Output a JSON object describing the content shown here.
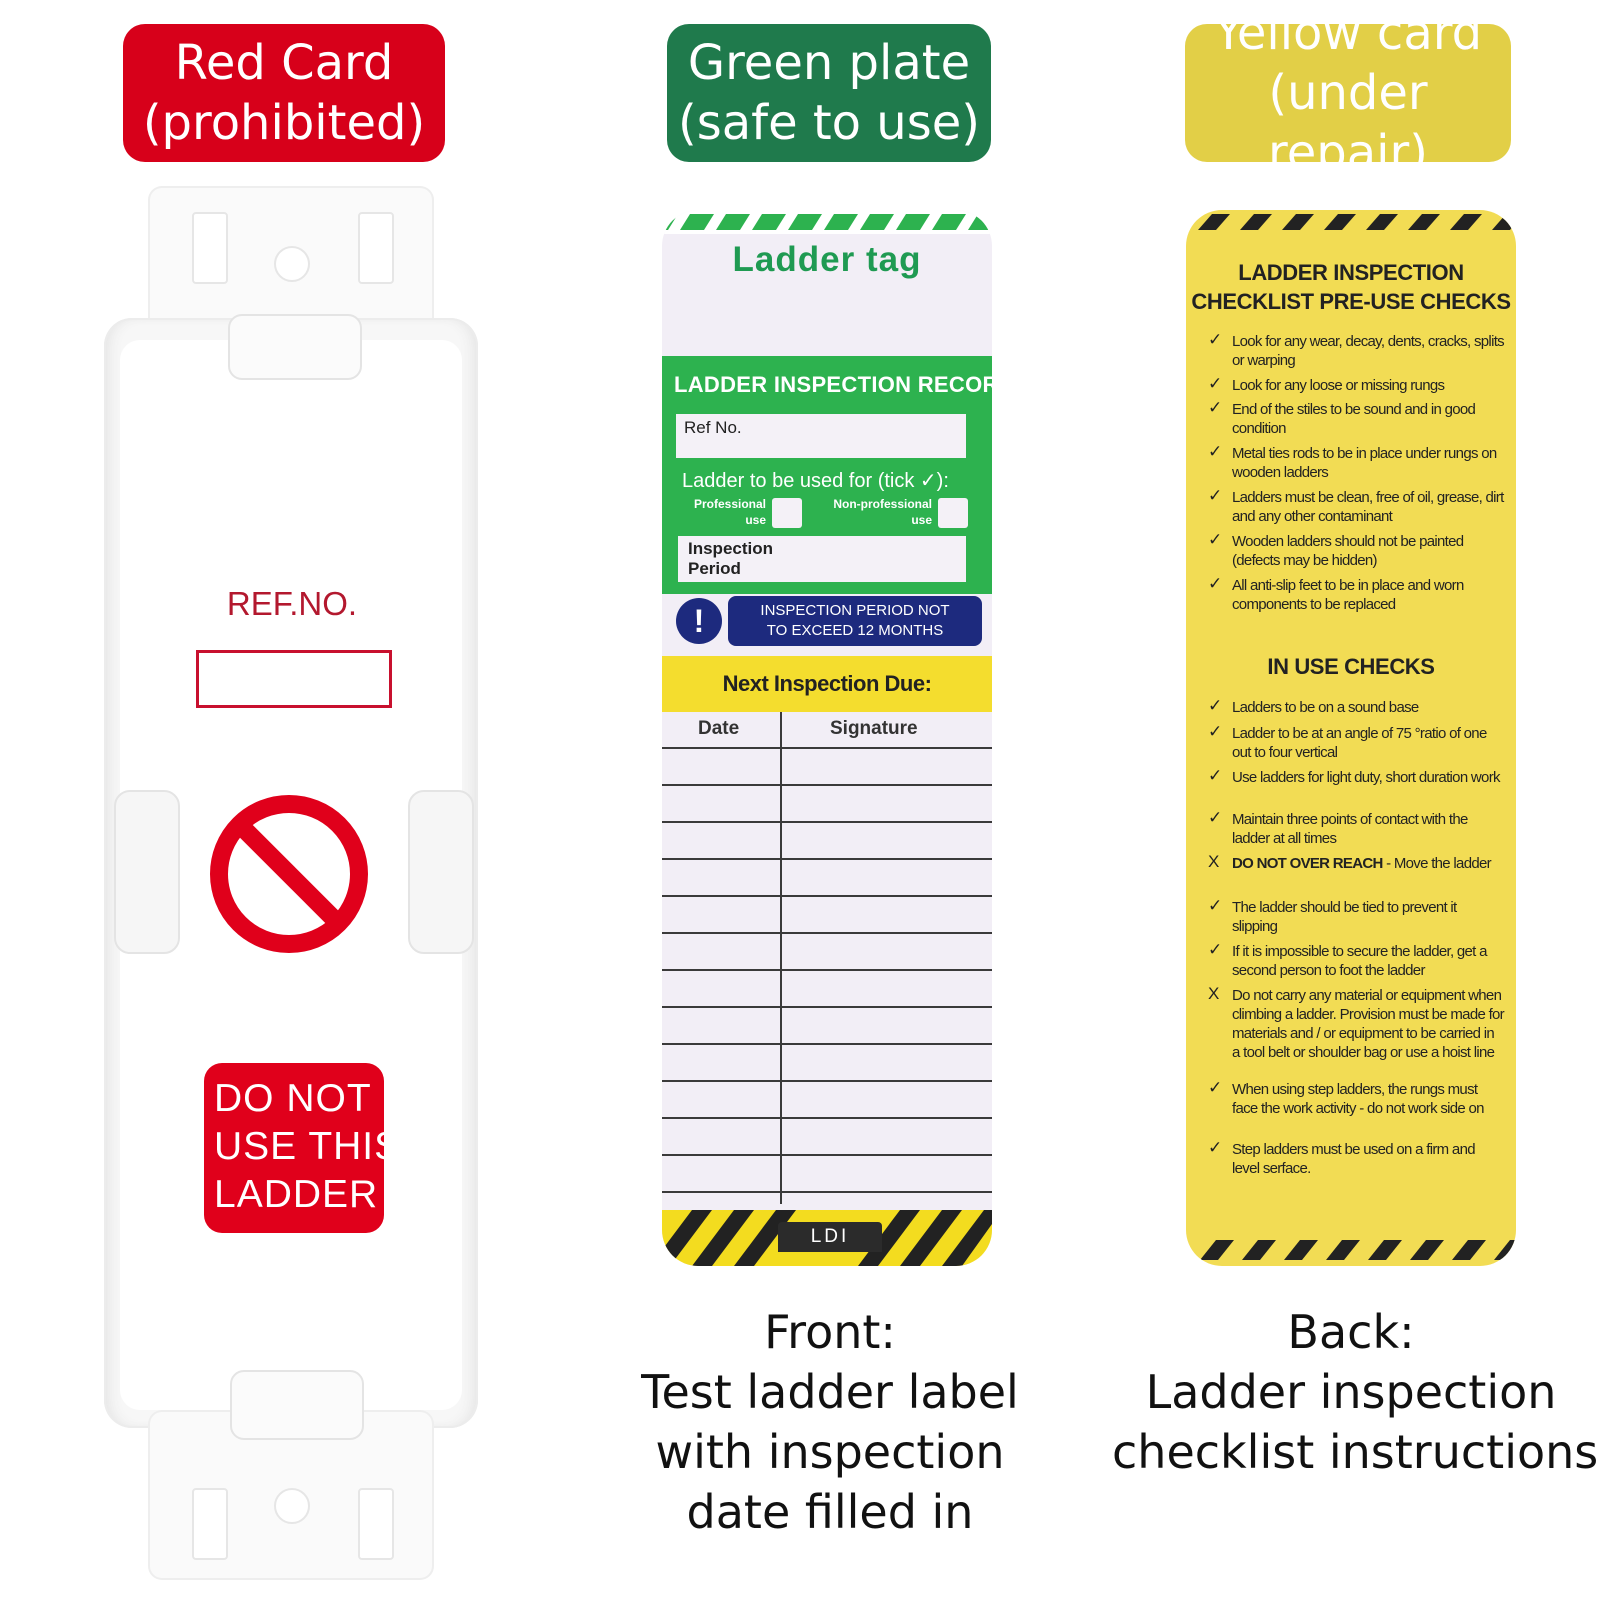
{
  "badges": {
    "red": {
      "line1": "Red Card",
      "line2": "(prohibited)",
      "color": "#d7001a"
    },
    "green": {
      "line1": "Green plate",
      "line2": "(safe to use)",
      "color": "#1f7a4c"
    },
    "yellow": {
      "line1": "Yellow card",
      "line2": "(under repair)",
      "color": "#e2cf47"
    }
  },
  "red_card": {
    "ref_label": "REF.NO.",
    "warning": {
      "line1": "DO  NOT",
      "line2": "USE THIS",
      "line3": "LADDER"
    },
    "icon": "prohibited-icon"
  },
  "green_tag": {
    "title": "Ladder tag",
    "header": "LADDER INSPECTION RECORD",
    "ref_field": "Ref No.",
    "ladder_use": "Ladder to be used for (tick ✓):",
    "option1": {
      "line1": "Professional",
      "line2": "use"
    },
    "option2": {
      "line1": "Non-professional",
      "line2": "use"
    },
    "inspection_period": {
      "line1": "Inspection",
      "line2": "Period"
    },
    "warning": {
      "icon": "!",
      "line1": "INSPECTION PERIOD NOT",
      "line2": "TO EXCEED 12 MONTHS"
    },
    "next_due": "Next Inspection Due:",
    "columns": [
      "Date",
      "Signature"
    ],
    "footer": "LDI"
  },
  "yellow_tag": {
    "title_line1": "LADDER INSPECTION",
    "title_line2": "CHECKLIST PRE-USE CHECKS",
    "pre_use": [
      {
        "mark": "✓",
        "text": "Look for any wear, decay, dents, cracks, splits or warping"
      },
      {
        "mark": "✓",
        "text": "Look for any loose or missing rungs"
      },
      {
        "mark": "✓",
        "text": "End of the stiles to be sound and in good condition"
      },
      {
        "mark": "✓",
        "text": "Metal ties rods to be in place under rungs on wooden ladders"
      },
      {
        "mark": "✓",
        "text": "Ladders must be clean, free of oil, grease, dirt and any other contaminant"
      },
      {
        "mark": "✓",
        "text": "Wooden ladders should not be painted (defects may be hidden)"
      },
      {
        "mark": "✓",
        "text": "All anti-slip feet to be in place and worn components to be replaced"
      }
    ],
    "in_use_title": "IN USE CHECKS",
    "in_use": [
      {
        "mark": "✓",
        "text": "Ladders to be  on a sound base"
      },
      {
        "mark": "✓",
        "text": "Ladder to be at an angle of  75 °ratio of one out to four  vertical"
      },
      {
        "mark": "✓",
        "text": "Use ladders  for light duty, short  duration work"
      },
      {
        "mark": "✓",
        "text": "Maintain three  points  of  contact with  the ladder at  all  times"
      },
      {
        "mark": "X",
        "bold": "DO NOT OVER REACH",
        "text": " - Move the ladder"
      },
      {
        "mark": "✓",
        "text": "The ladder  should  be tied to  prevent  it slipping"
      },
      {
        "mark": "✓",
        "text": "If it is  impossible  to  secure the  ladder, get a second  person  to foot  the ladder"
      },
      {
        "mark": "X",
        "text": "Do not carry  any  material or  equipment when climbing  a  ladder. Provision  must be made for  materials  and / or equipment to  be carried in  a  tool belt or shoulder bag  or use  a hoist  line"
      },
      {
        "mark": "✓",
        "text": "When using  step ladders,  the rungs must face the  work  activity - do  not work side on"
      },
      {
        "mark": "✓",
        "text": "Step ladders  must be  used on a  firm and level serface."
      }
    ]
  },
  "captions": {
    "front": {
      "line1": "Front:",
      "line2": "Test ladder label",
      "line3": "with inspection",
      "line4": "date filled in"
    },
    "back": {
      "line1": "Back:",
      "line2": "Ladder inspection",
      "line3": "checklist instructions"
    }
  }
}
